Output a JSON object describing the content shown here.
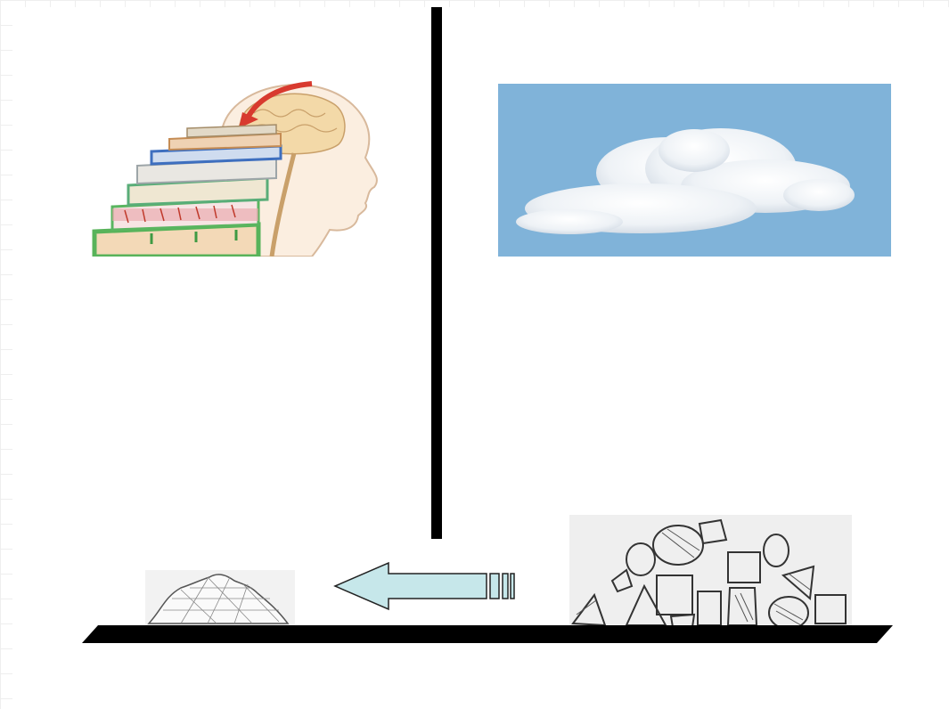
{
  "colors": {
    "sky": "#80b3d9",
    "arrow_fill": "#c6e7ea",
    "divider": "#000000",
    "ground": "#000000",
    "grid_line": "#eeeeee"
  },
  "icons": {
    "brain": "head-with-stacked-layers-and-brain",
    "cloud": "cloud-in-blue-sky",
    "pile": "sketched-pile-of-shapes",
    "mound": "smoothed-mound-sketch",
    "arrow": "left-striped-block-arrow"
  }
}
